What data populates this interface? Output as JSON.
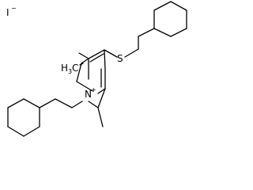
{
  "molecule": {
    "atoms": {
      "iodide": "I",
      "iodide_charge": "−",
      "sulfur": "S",
      "nitrogen": "N",
      "nitrogen_charge": "+",
      "methyl_top_h": "H",
      "methyl_top_sub": "3",
      "methyl_top_c": "C"
    }
  }
}
